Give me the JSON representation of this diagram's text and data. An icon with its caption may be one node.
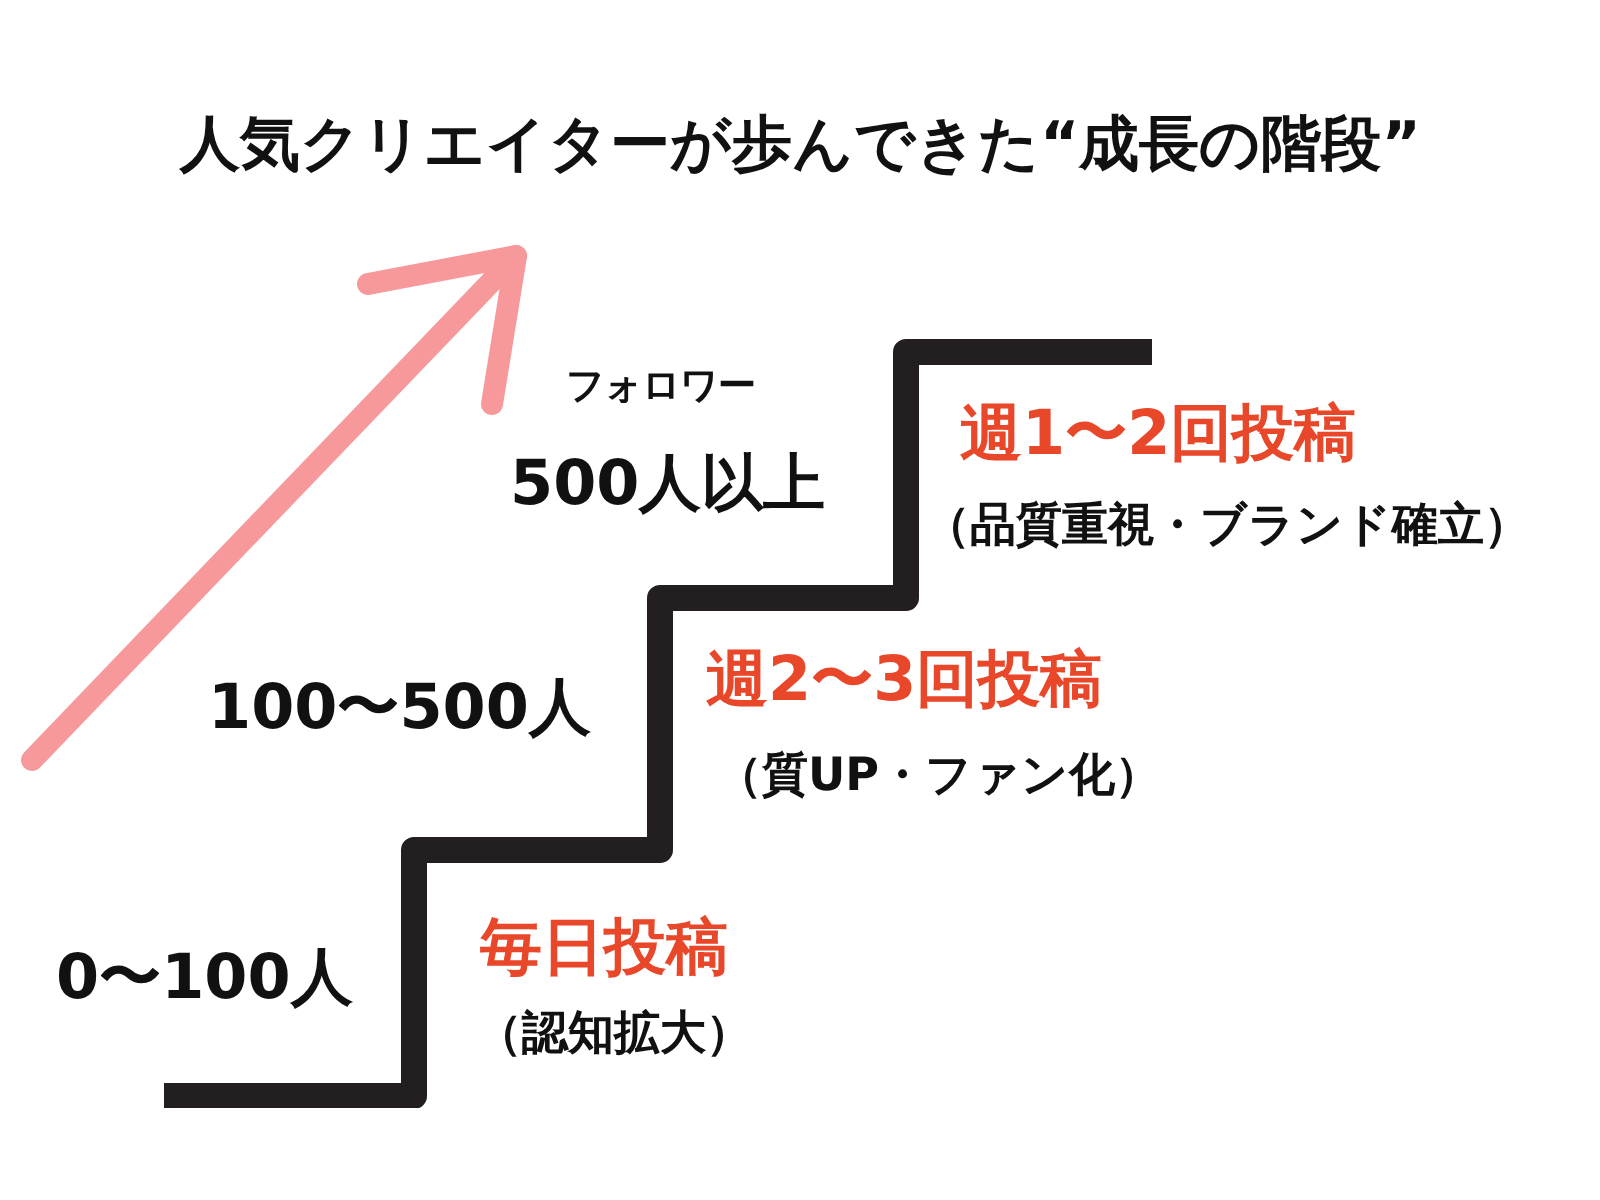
{
  "diagram": {
    "title": "人気クリエイターが歩んできた“成長の階段”",
    "labels": [
      "フォロワー",
      "500人以上",
      "週1〜2回投稿",
      "（品質重視・ブランド確立）",
      "100〜500人",
      "週2〜3回投稿",
      "（質UP・ファン化）",
      "0〜100人",
      "毎日投稿",
      "（認知拡大）"
    ]
  }
}
